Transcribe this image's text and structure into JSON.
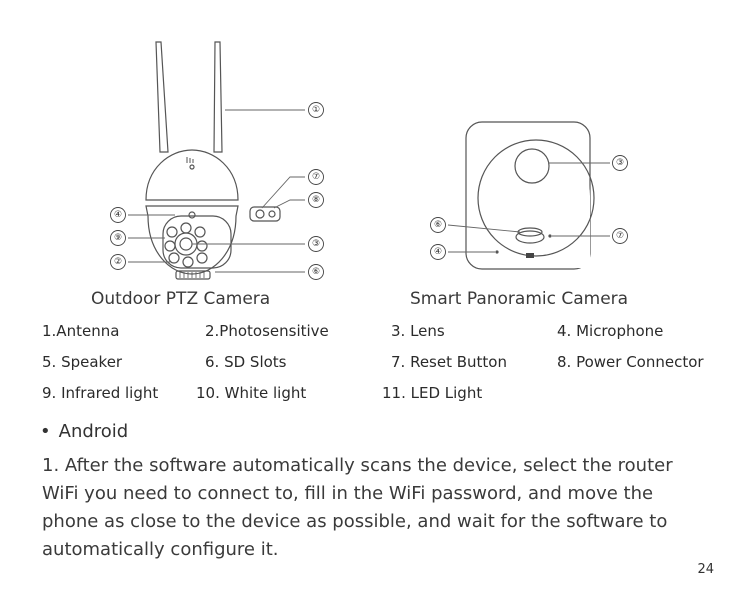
{
  "cameras": [
    {
      "title": "Outdoor PTZ Camera"
    },
    {
      "title": "Smart Panoramic Camera"
    }
  ],
  "callouts": {
    "ptz": [
      "①",
      "⑦",
      "⑧",
      "④",
      "⑨",
      "③",
      "②",
      "⑥"
    ],
    "panoramic": [
      "③",
      "⑥",
      "⑦",
      "④"
    ]
  },
  "parts": [
    [
      "1.Antenna",
      "2.Photosensitive",
      "3. Lens",
      "4. Microphone"
    ],
    [
      "5. Speaker",
      "6. SD Slots",
      "7. Reset Button",
      "8. Power Connector"
    ],
    [
      "9. Infrared light",
      "10. White light",
      "11. LED Light"
    ]
  ],
  "section": {
    "bullet": "•",
    "heading": "Android",
    "paragraph": "1. After the software automatically scans the device, select the router WiFi you need to connect to, fill in the WiFi password, and move the phone as close to the device as possible, and wait for the software to automatically configure it."
  },
  "page_number": "24",
  "colors": {
    "line": "#555555",
    "text": "#2b2b2b"
  }
}
